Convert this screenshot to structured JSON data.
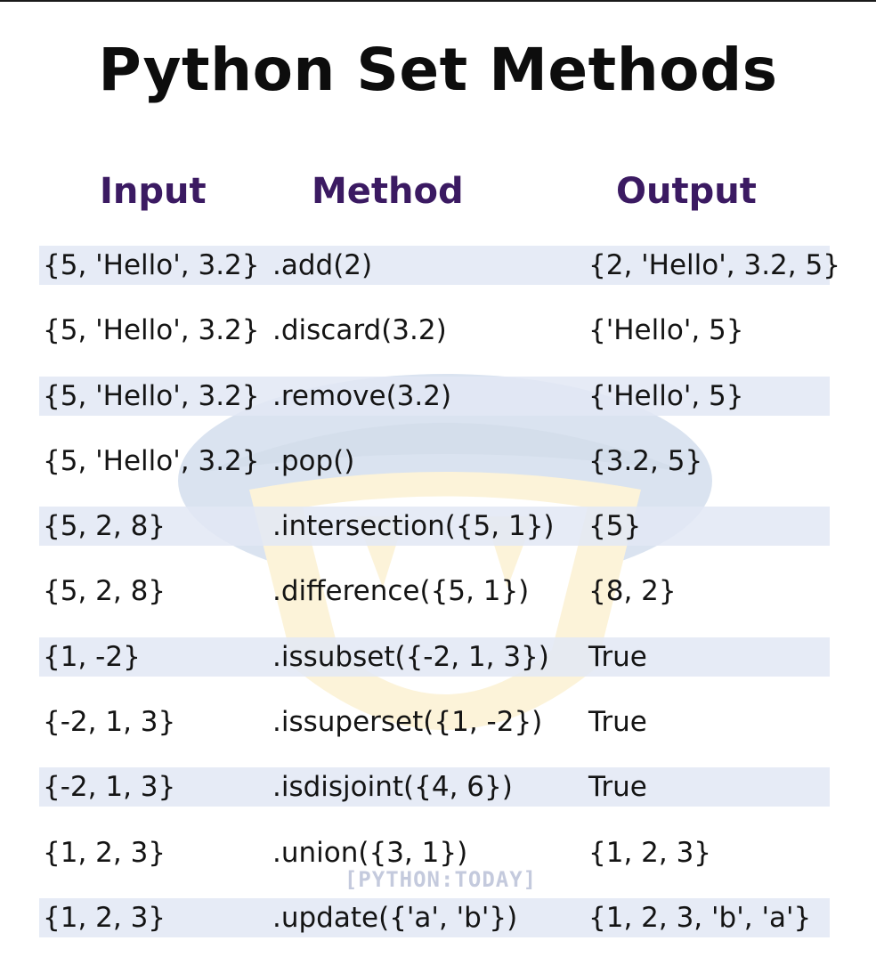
{
  "title": "Python Set Methods",
  "watermark": "[PYTHON:TODAY]",
  "columns": {
    "input": "Input",
    "method": "Method",
    "output": "Output"
  },
  "rows": [
    {
      "input": "{5, 'Hello', 3.2}",
      "method": ".add(2)",
      "output": "{2, 'Hello', 3.2, 5}"
    },
    {
      "input": "{5, 'Hello', 3.2}",
      "method": ".discard(3.2)",
      "output": "{'Hello', 5}"
    },
    {
      "input": "{5, 'Hello', 3.2}",
      "method": ".remove(3.2)",
      "output": "{'Hello', 5}"
    },
    {
      "input": "{5, 'Hello', 3.2}",
      "method": ".pop()",
      "output": "{3.2, 5}"
    },
    {
      "input": "{5, 2, 8}",
      "method": ".intersection({5, 1})",
      "output": "{5}"
    },
    {
      "input": "{5, 2, 8}",
      "method": ".difference({5, 1})",
      "output": "{8, 2}"
    },
    {
      "input": "{1, -2}",
      "method": ".issubset({-2, 1, 3})",
      "output": "True"
    },
    {
      "input": "{-2, 1, 3}",
      "method": ".issuperset({1, -2})",
      "output": "True"
    },
    {
      "input": "{-2, 1, 3}",
      "method": ".isdisjoint({4, 6})",
      "output": "True"
    },
    {
      "input": "{1, 2, 3}",
      "method": ".union({3, 1})",
      "output": "{1, 2, 3}"
    },
    {
      "input": "{1, 2, 3}",
      "method": ".update({'a', 'b'})",
      "output": "{1, 2, 3, 'b', 'a'}"
    }
  ]
}
